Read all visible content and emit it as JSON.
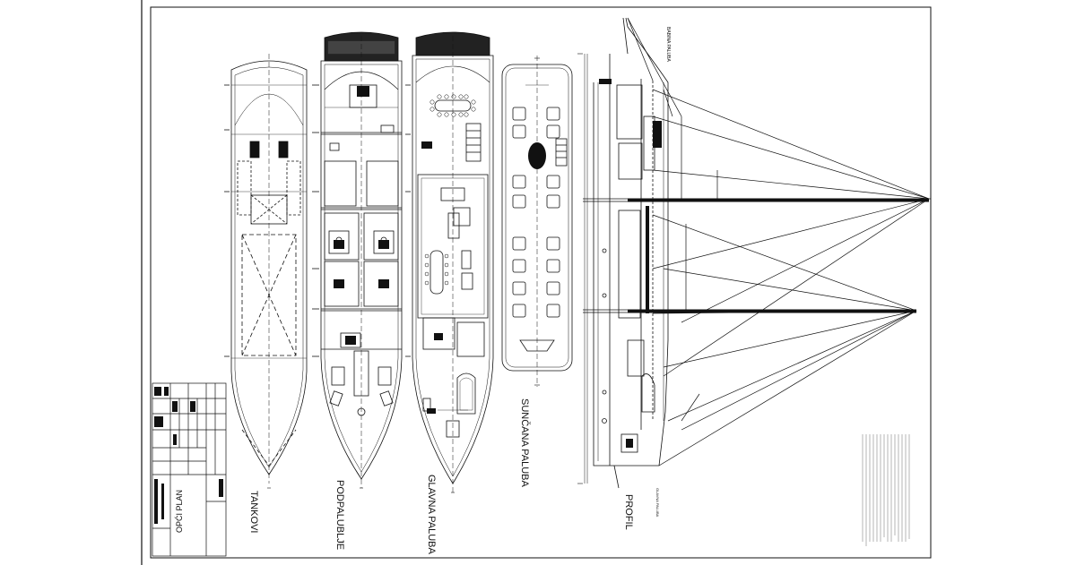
{
  "drawing": {
    "title": "OPĆI PLAN",
    "views": [
      {
        "id": "tankovi",
        "label": "TANKOVI"
      },
      {
        "id": "podpalublje",
        "label": "PODPALUBLJE"
      },
      {
        "id": "glavna_paluba",
        "label": "GLAVNA PALUBA"
      },
      {
        "id": "suncana_paluba",
        "label": "SUNČANA PALUBA"
      },
      {
        "id": "profil",
        "label": "PROFIL"
      }
    ],
    "profile_top_label": "BABINA PALUBA",
    "profile_bottom_label": "GLAVNA PALUBA"
  },
  "colors": {
    "line": "#111111",
    "background": "#ffffff"
  }
}
